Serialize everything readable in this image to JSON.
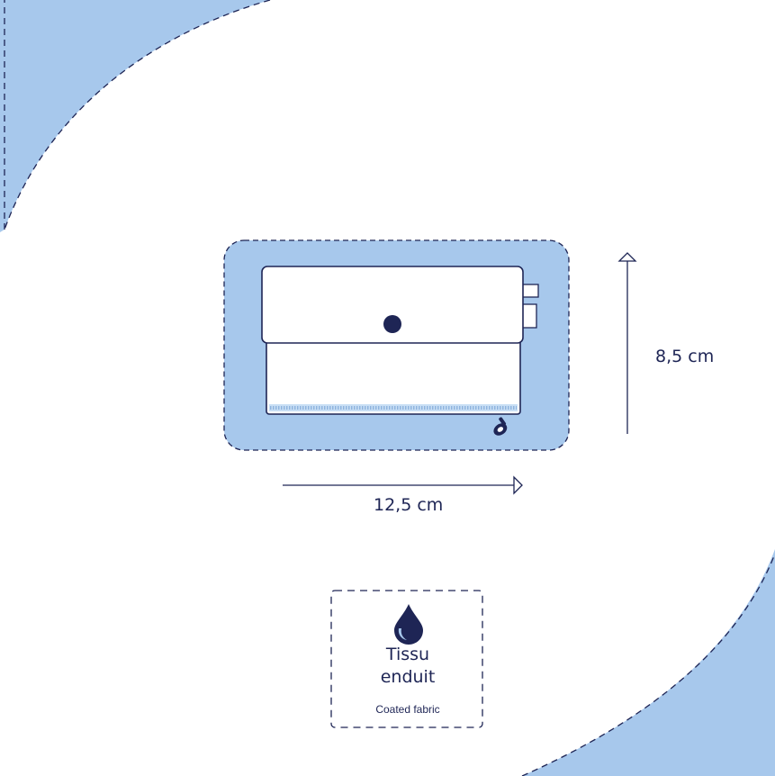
{
  "colors": {
    "accent": "#a7c8ec",
    "navy": "#1e2555",
    "zipper": "#c9dff5",
    "white": "#ffffff"
  },
  "dimensions": {
    "height_label": "8,5 cm",
    "width_label": "12,5 cm"
  },
  "badge": {
    "icon": "water-drop-icon",
    "title": "Tissu\nenduit",
    "subtitle": "Coated fabric"
  }
}
